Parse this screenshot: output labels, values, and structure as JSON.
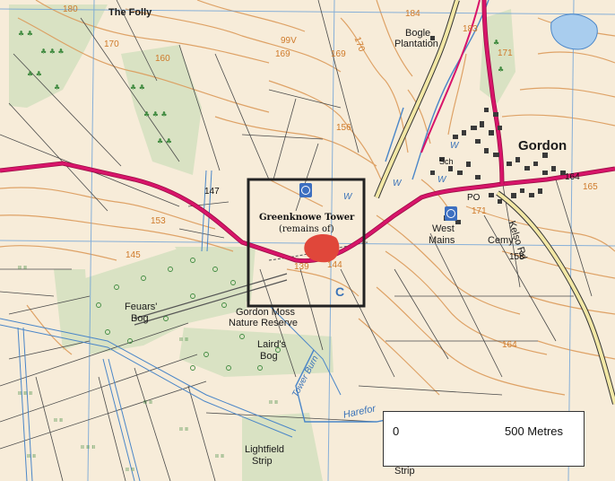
{
  "map": {
    "place_names": {
      "the_folly": "The Folly",
      "bogle_plantation_1": "Bogle",
      "bogle_plantation_2": "Plantation",
      "gordon": "Gordon",
      "west_mains_1": "West",
      "west_mains_2": "Mains",
      "cemy": "Cemy",
      "kelso_rd": "Kelso Rd",
      "feuars_bog_1": "Feuars'",
      "feuars_bog_2": "Bog",
      "gordon_moss_1": "Gordon Moss",
      "gordon_moss_2": "Nature Reserve",
      "lairds_bog_1": "Laird's",
      "lairds_bog_2": "Bog",
      "lightfield_strip_1": "Lightfield",
      "lightfield_strip_2": "Strip",
      "strip": "Strip",
      "tower_burn": "Tower Burn",
      "hareford": "Harefor",
      "greenknowe_1": "Greenknowe Tower",
      "greenknowe_2": "(remains of)",
      "po": "PO",
      "w1": "W",
      "w2": "W",
      "w3": "W",
      "w4": "W",
      "schs": "Sch"
    },
    "spot_heights": {
      "h147": "147",
      "h153": "153",
      "h139": "139",
      "h144": "144",
      "h158": "158",
      "h164a": "164",
      "h164b": "164",
      "h171": "171",
      "h156": "156",
      "h169": "169",
      "h168": "169",
      "h184": "184",
      "h183": "183",
      "h165": "165",
      "h160": "160",
      "h170a": "170",
      "h170b": "170",
      "h180": "180",
      "h145": "145",
      "h99": "99V",
      "h171b": "171"
    },
    "scale": {
      "start": "0",
      "end": "500 Metres"
    },
    "symbols": {
      "info_icon": "i",
      "parking_icon": "P",
      "c_symbol": "C"
    },
    "colors": {
      "land": "#f7ecd9",
      "contour": "#dc9a5a",
      "road": "#d8146a",
      "minor_road": "#f2e7a5",
      "water": "#4a86c8",
      "grid": "#6aa0d8",
      "wood": "#d9e2c3",
      "site": "#e0473a",
      "frame": "#222222"
    }
  }
}
